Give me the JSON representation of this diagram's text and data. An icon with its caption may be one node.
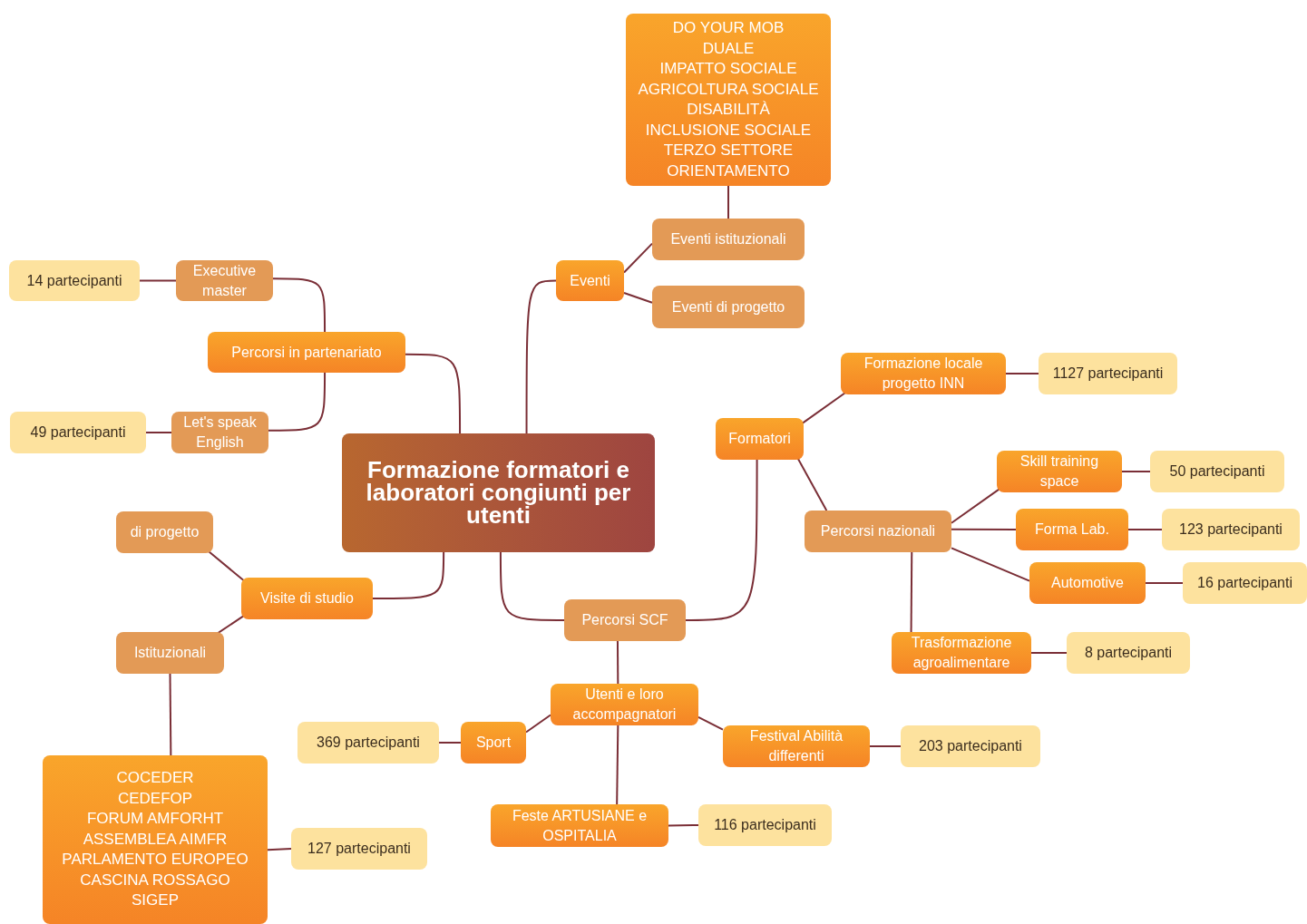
{
  "diagram": {
    "nodes": [
      {
        "text": [
          "Formazione formatori e laboratori congiunti per utenti"
        ]
      },
      {
        "text": [
          "Eventi"
        ]
      },
      {
        "text": [
          "DO YOUR MOB",
          "DUALE",
          "IMPATTO SOCIALE",
          "AGRICOLTURA SOCIALE",
          "DISABILITÀ",
          "INCLUSIONE SOCIALE",
          "TERZO SETTORE",
          "ORIENTAMENTO"
        ]
      },
      {
        "text": [
          "Eventi istituzionali"
        ]
      },
      {
        "text": [
          "Eventi di progetto"
        ]
      },
      {
        "text": [
          "Percorsi in partenariato"
        ]
      },
      {
        "text": [
          "Executive master"
        ]
      },
      {
        "text": [
          "14 partecipanti"
        ]
      },
      {
        "text": [
          "Let's speak English"
        ]
      },
      {
        "text": [
          "49 partecipanti"
        ]
      },
      {
        "text": [
          "Visite di studio"
        ]
      },
      {
        "text": [
          "di progetto"
        ]
      },
      {
        "text": [
          "Istituzionali"
        ]
      },
      {
        "text": [
          "COCEDER",
          "CEDEFOP",
          "FORUM AMFORHT",
          "ASSEMBLEA AIMFR",
          "PARLAMENTO EUROPEO",
          "CASCINA ROSSAGO",
          "SIGEP"
        ]
      },
      {
        "text": [
          "127 partecipanti"
        ]
      },
      {
        "text": [
          "Percorsi SCF"
        ]
      },
      {
        "text": [
          "Formatori"
        ]
      },
      {
        "text": [
          "Formazione locale progetto INN"
        ]
      },
      {
        "text": [
          "1127 partecipanti"
        ]
      },
      {
        "text": [
          "Percorsi nazionali"
        ]
      },
      {
        "text": [
          "Skill training space"
        ]
      },
      {
        "text": [
          "50 partecipanti"
        ]
      },
      {
        "text": [
          "Forma Lab."
        ]
      },
      {
        "text": [
          "123 partecipanti"
        ]
      },
      {
        "text": [
          "Automotive"
        ]
      },
      {
        "text": [
          "16 partecipanti"
        ]
      },
      {
        "text": [
          "Trasformazione agroalimentare"
        ]
      },
      {
        "text": [
          "8 partecipanti"
        ]
      },
      {
        "text": [
          "Utenti e loro accompagnatori"
        ]
      },
      {
        "text": [
          "Sport"
        ]
      },
      {
        "text": [
          "369 partecipanti"
        ]
      },
      {
        "text": [
          "Festival Abilità differenti"
        ]
      },
      {
        "text": [
          "203 partecipanti"
        ]
      },
      {
        "text": [
          "Feste ARTUSIANE e OSPITALIA"
        ]
      },
      {
        "text": [
          "116 partecipanti"
        ]
      }
    ],
    "edges": [
      {
        "from": 0,
        "to": 1,
        "arrow": "none"
      },
      {
        "from": 1,
        "to": 3,
        "arrow": "none"
      },
      {
        "from": 3,
        "to": 2,
        "arrow": "none"
      },
      {
        "from": 1,
        "to": 4,
        "arrow": "none"
      },
      {
        "from": 0,
        "to": 5,
        "arrow": "none"
      },
      {
        "from": 5,
        "to": 6,
        "arrow": "none"
      },
      {
        "from": 6,
        "to": 7,
        "arrow": "none"
      },
      {
        "from": 5,
        "to": 8,
        "arrow": "none"
      },
      {
        "from": 8,
        "to": 9,
        "arrow": "none"
      },
      {
        "from": 0,
        "to": 10,
        "arrow": "none"
      },
      {
        "from": 10,
        "to": 11,
        "arrow": "none"
      },
      {
        "from": 10,
        "to": 12,
        "arrow": "none"
      },
      {
        "from": 12,
        "to": 13,
        "arrow": "none"
      },
      {
        "from": 13,
        "to": 14,
        "arrow": "none"
      },
      {
        "from": 0,
        "to": 15,
        "arrow": "none"
      },
      {
        "from": 15,
        "to": 16,
        "arrow": "none"
      },
      {
        "from": 16,
        "to": 17,
        "arrow": "none"
      },
      {
        "from": 17,
        "to": 18,
        "arrow": "none"
      },
      {
        "from": 16,
        "to": 19,
        "arrow": "none"
      },
      {
        "from": 19,
        "to": 20,
        "arrow": "none"
      },
      {
        "from": 19,
        "to": 22,
        "arrow": "none"
      },
      {
        "from": 19,
        "to": 24,
        "arrow": "none"
      },
      {
        "from": 19,
        "to": 26,
        "arrow": "none"
      },
      {
        "from": 20,
        "to": 21,
        "arrow": "none"
      },
      {
        "from": 22,
        "to": 23,
        "arrow": "none"
      },
      {
        "from": 24,
        "to": 25,
        "arrow": "none"
      },
      {
        "from": 26,
        "to": 27,
        "arrow": "none"
      },
      {
        "from": 15,
        "to": 28,
        "arrow": "none"
      },
      {
        "from": 28,
        "to": 29,
        "arrow": "none"
      },
      {
        "from": 29,
        "to": 30,
        "arrow": "none"
      },
      {
        "from": 28,
        "to": 31,
        "arrow": "none"
      },
      {
        "from": 31,
        "to": 32,
        "arrow": "none"
      },
      {
        "from": 28,
        "to": 33,
        "arrow": "none"
      },
      {
        "from": 33,
        "to": 34,
        "arrow": "none"
      }
    ]
  }
}
